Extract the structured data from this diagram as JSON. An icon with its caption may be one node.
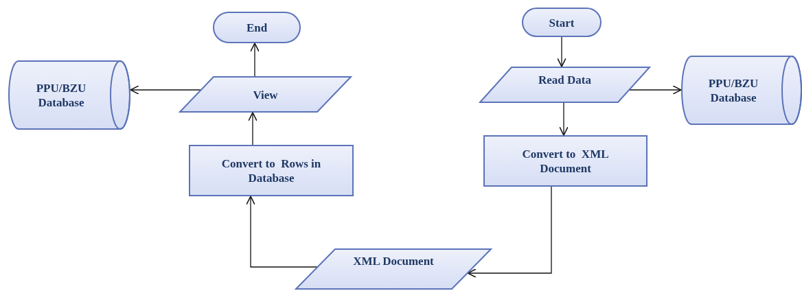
{
  "diagram": {
    "nodes": [
      {
        "text": [
          "End"
        ]
      },
      {
        "text": [
          "Start"
        ]
      },
      {
        "text": [
          "PPU/BZU Database"
        ]
      },
      {
        "text": [
          "View"
        ]
      },
      {
        "text": [
          "Read Data"
        ]
      },
      {
        "text": [
          "PPU/BZU Database"
        ]
      },
      {
        "text": [
          "Convert to  Rows in Database"
        ]
      },
      {
        "text": [
          "Convert to  XML Document"
        ]
      },
      {
        "text": [
          "XML Document"
        ]
      }
    ],
    "edges": [
      {
        "from": 1,
        "to": 4,
        "arrow": "to"
      },
      {
        "from": 4,
        "to": 5,
        "arrow": "to"
      },
      {
        "from": 4,
        "to": 7,
        "arrow": "to"
      },
      {
        "from": 7,
        "to": 8,
        "arrow": "to"
      },
      {
        "from": 8,
        "to": 6,
        "arrow": "to"
      },
      {
        "from": 6,
        "to": 3,
        "arrow": "to"
      },
      {
        "from": 3,
        "to": 0,
        "arrow": "to"
      },
      {
        "from": 3,
        "to": 2,
        "arrow": "to"
      }
    ]
  }
}
